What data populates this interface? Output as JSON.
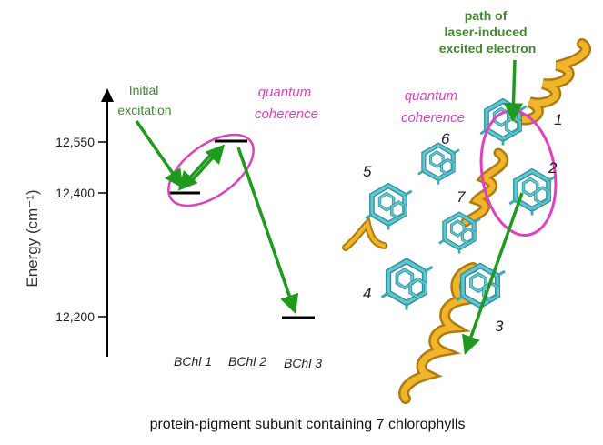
{
  "energy_diagram": {
    "axis_label": "Energy (cm⁻¹)",
    "ticks": [
      "12,550",
      "12,400",
      "12,200"
    ],
    "levels": [
      {
        "name": "BChl 1",
        "energy_cm1": 12400
      },
      {
        "name": "BChl 2",
        "energy_cm1": 12550
      },
      {
        "name": "BChl 3",
        "energy_cm1": 12200
      }
    ],
    "initial_excitation_lines": [
      "Initial",
      "excitation"
    ],
    "coherence_lines": [
      "quantum",
      "coherence"
    ]
  },
  "structure": {
    "coherence_lines": [
      "quantum",
      "coherence"
    ],
    "path_lines": [
      "path of",
      "laser-induced",
      "excited electron"
    ],
    "pigment_numbers": [
      "1",
      "2",
      "3",
      "4",
      "5",
      "6",
      "7"
    ]
  },
  "caption": "protein-pigment subunit containing 7 chlorophylls",
  "colors": {
    "arrow_green": "#1f9a1f",
    "label_green": "#3f8a2a",
    "coherence_magenta": "#e040c0",
    "pigment_teal": "#4fb8c4",
    "helix_gold": "#e0a31c"
  }
}
